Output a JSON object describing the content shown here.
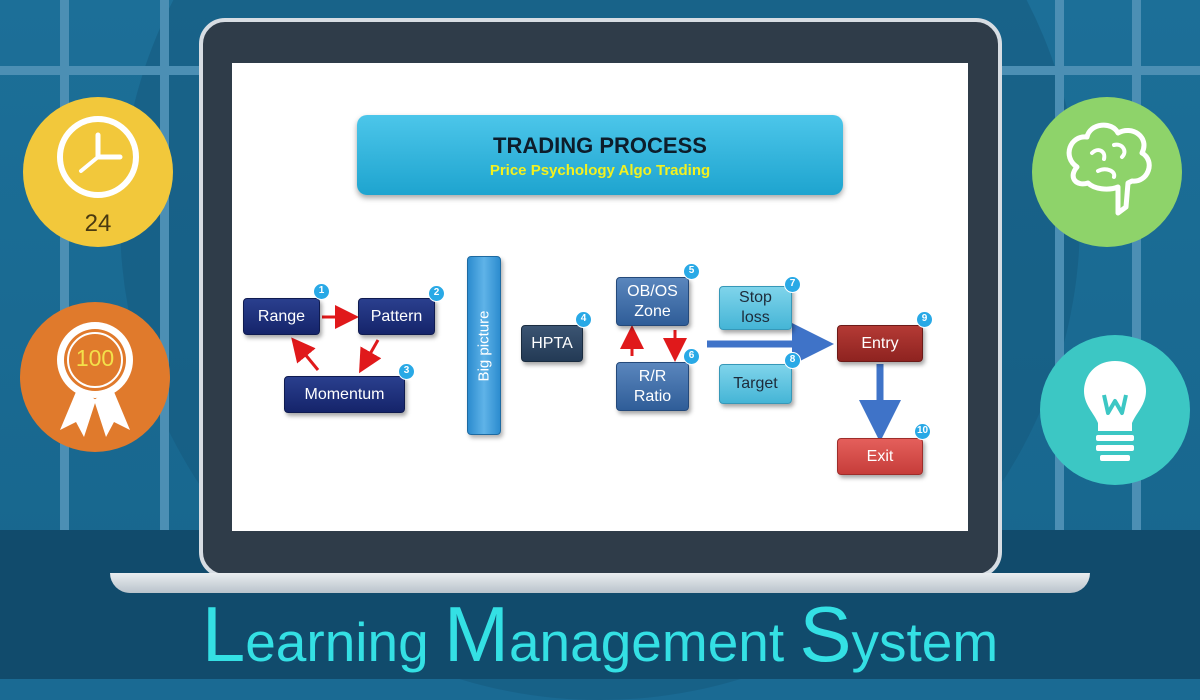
{
  "badges": {
    "clock": {
      "icon": "clock-icon",
      "text": "24",
      "color": "#f2c83b"
    },
    "award": {
      "icon": "award-ribbon-icon",
      "text": "100",
      "color": "#e07a2c"
    },
    "brain": {
      "icon": "brain-icon",
      "color": "#8ed36a"
    },
    "bulb": {
      "icon": "lightbulb-icon",
      "color": "#3cc7c4"
    }
  },
  "diagram": {
    "title": "TRADING PROCESS",
    "subtitle": "Price Psychology Algo Trading",
    "nodes": {
      "range": "Range",
      "pattern": "Pattern",
      "momentum": "Momentum",
      "big_picture": "Big picture",
      "hpta": "HPTA",
      "obos_line1": "OB/OS",
      "obos_line2": "Zone",
      "rr_line1": "R/R",
      "rr_line2": "Ratio",
      "stop_line1": "Stop",
      "stop_line2": "loss",
      "target": "Target",
      "entry": "Entry",
      "exit": "Exit"
    },
    "numbers": [
      "1",
      "2",
      "3",
      "4",
      "5",
      "6",
      "7",
      "8",
      "9",
      "10"
    ]
  },
  "footer": {
    "cap1": "L",
    "rest1": "earning ",
    "cap2": "M",
    "rest2": "anagement ",
    "cap3": "S",
    "rest3": "ystem"
  },
  "colors": {
    "background": "#1a6a93",
    "footer_text": "#34e0e4",
    "arrow_red": "#e0191b",
    "arrow_blue": "#3f73c8"
  }
}
